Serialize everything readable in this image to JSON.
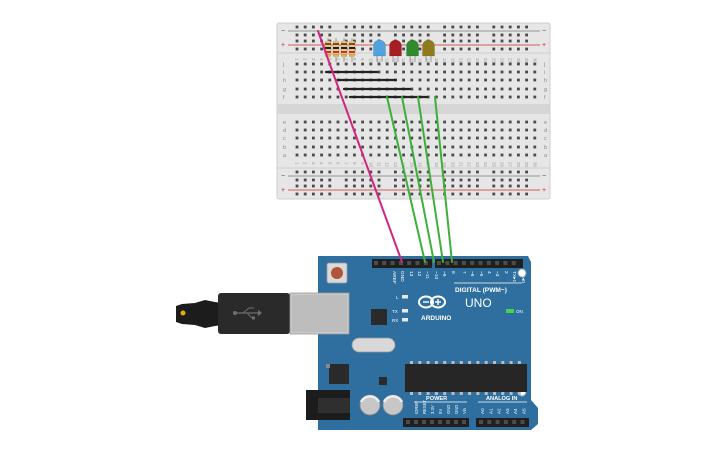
{
  "breadboard": {
    "power_minus": "−",
    "power_plus": "+",
    "row_letters_top": [
      "j",
      "i",
      "h",
      "g",
      "f"
    ],
    "row_letters_bottom": [
      "e",
      "d",
      "c",
      "b",
      "a"
    ],
    "column_numbers": [
      "1",
      "2",
      "3",
      "4",
      "5",
      "6",
      "7",
      "8",
      "9",
      "10",
      "11",
      "12",
      "13",
      "14",
      "15",
      "16",
      "17",
      "18",
      "19",
      "20",
      "21",
      "22",
      "23",
      "24",
      "25",
      "26",
      "27",
      "28",
      "29",
      "30"
    ]
  },
  "leds": [
    {
      "color": "#4fa3de"
    },
    {
      "color": "#a81d24"
    },
    {
      "color": "#2e8b2e"
    },
    {
      "color": "#8f7b1e"
    }
  ],
  "wires": {
    "gnd_color": "#d1267f",
    "signal_color": "#3daf3b",
    "jumper_color": "#222222"
  },
  "arduino": {
    "brand": "ARDUINO",
    "model": "UNO",
    "digital_label": "DIGITAL (PWM~)",
    "analog_label": "ANALOG IN",
    "power_label": "POWER",
    "on_label": "ON",
    "l_label": "L",
    "tx_label": "TX",
    "rx_label": "RX",
    "top_pin_labels": [
      "AREF",
      "GND",
      "13",
      "12",
      "~11",
      "~10",
      "~9",
      "8",
      "7",
      "~6",
      "~5",
      "4",
      "~3",
      "2",
      "TX▸1",
      "RX◂0"
    ],
    "power_pin_labels": [
      "IOREF",
      "RESET",
      "3.3V",
      "5V",
      "GND",
      "GND",
      "Vin"
    ],
    "analog_pin_labels": [
      "A0",
      "A1",
      "A2",
      "A3",
      "A4",
      "A5"
    ],
    "board_color": "#2f6fa0"
  }
}
